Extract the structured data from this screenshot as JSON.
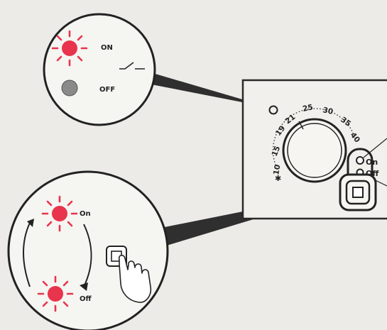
{
  "top_callout": {
    "on_label": "ON",
    "off_label": "OFF",
    "on_led_color": "#e8344c",
    "off_led_color": "#8a8a8a"
  },
  "thermostat": {
    "scale_labels": [
      "10",
      "15",
      "19",
      "21",
      "25",
      "30",
      "35",
      "40"
    ],
    "on_label": "On",
    "off_label": "Off"
  },
  "bottom_callout": {
    "on_label": "On",
    "off_label": "Off",
    "led_color": "#e8344c"
  }
}
